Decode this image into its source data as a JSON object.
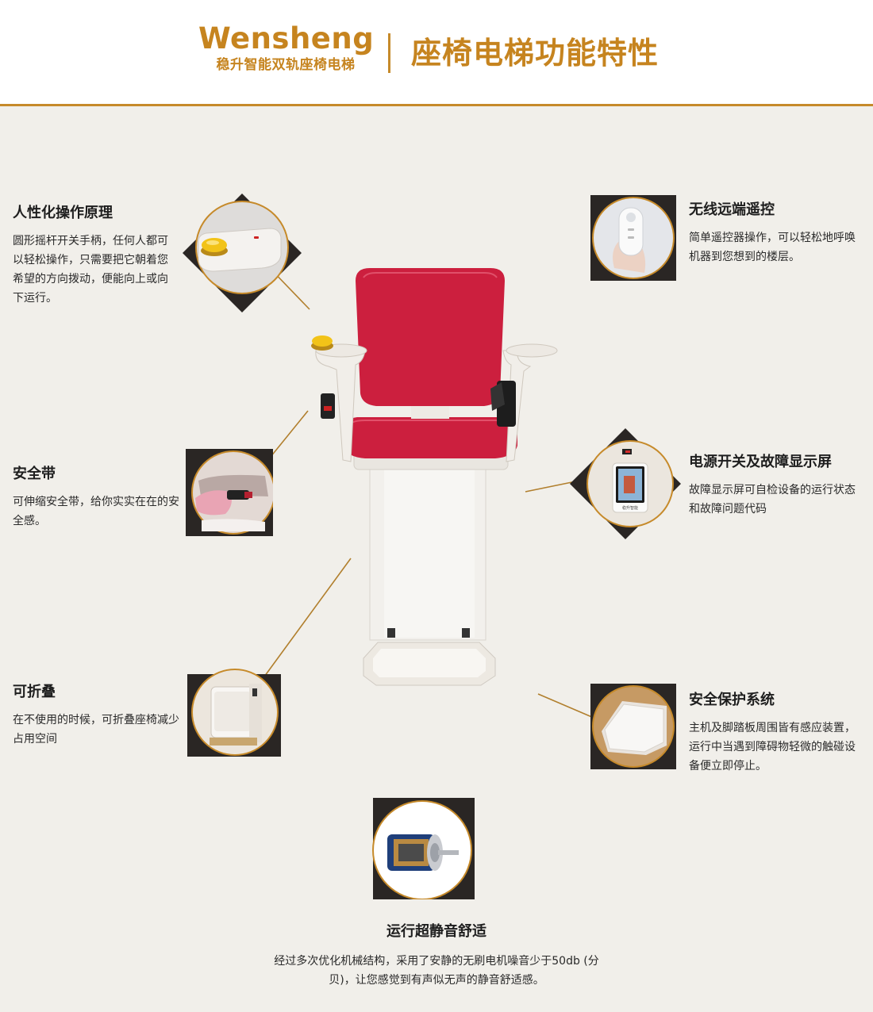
{
  "header": {
    "brand_name": "Wensheng",
    "brand_sub": "稳升智能双轨座椅电梯",
    "title": "座椅电梯功能特性"
  },
  "colors": {
    "accent": "#c6841f",
    "background": "#f1efea",
    "seat_red": "#d0213f",
    "thumb_dark": "#2a2624"
  },
  "features": {
    "operation": {
      "title": "人性化操作原理",
      "desc": "圆形摇杆开关手柄，任何人都可以轻松操作，只需要把它朝着您希望的方向拨动，便能向上或向下运行。",
      "icon": "joystick-handle-icon"
    },
    "seatbelt": {
      "title": "安全带",
      "desc": "可伸缩安全带，给你实实在在的安全感。",
      "icon": "seatbelt-icon"
    },
    "folding": {
      "title": "可折叠",
      "desc": "在不使用的时候，可折叠座椅减少占用空间",
      "icon": "folded-chair-icon"
    },
    "remote": {
      "title": "无线远端遥控",
      "desc": "简单遥控器操作，可以轻松地呼唤机器到您想到的楼层。",
      "icon": "remote-control-icon"
    },
    "power": {
      "title": "电源开关及故障显示屏",
      "desc": "故障显示屏可自检设备的运行状态和故障问题代码",
      "icon": "display-screen-icon",
      "screen_label": "稳升智能"
    },
    "safety": {
      "title": "安全保护系统",
      "desc": "主机及脚踏板周围皆有感应装置，运行中当遇到障碍物轻微的触碰设备便立即停止。",
      "icon": "sensor-footplate-icon"
    },
    "quiet": {
      "title": "运行超静音舒适",
      "desc": "经过多次优化机械结构，采用了安静的无刷电机噪音少于50db (分贝)，让您感觉到有声似无声的静音舒适感。",
      "icon": "brushless-motor-icon"
    }
  }
}
